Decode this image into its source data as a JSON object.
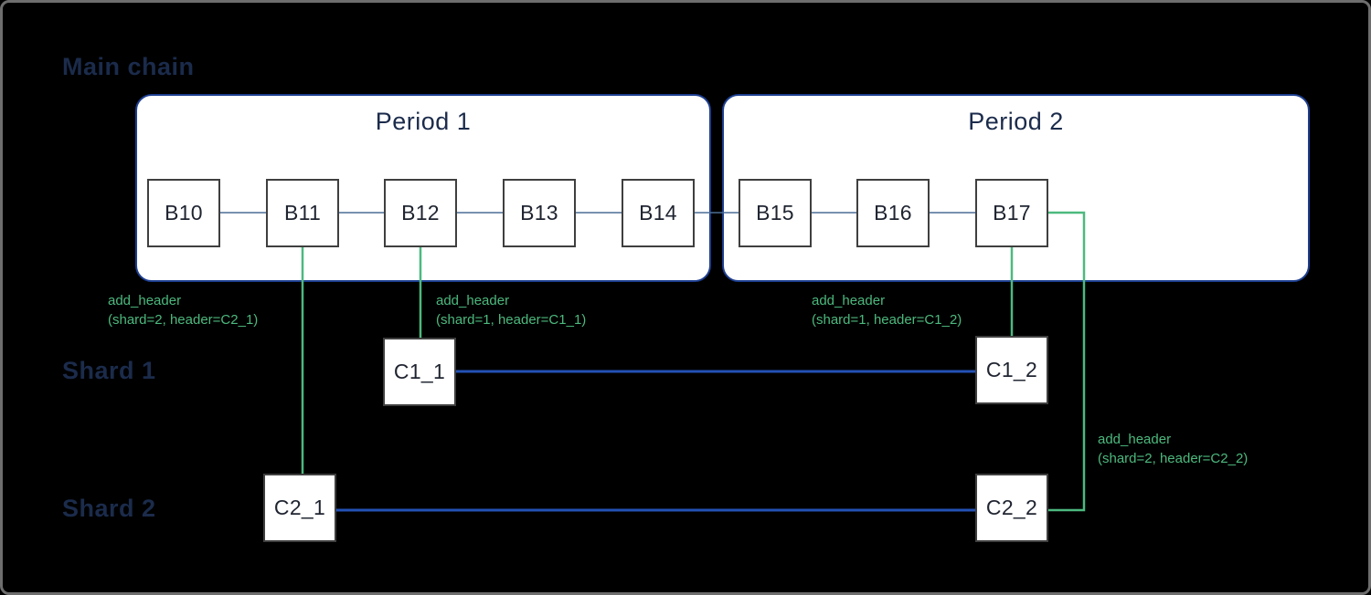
{
  "labels": {
    "main_chain": "Main chain",
    "shard1": "Shard 1",
    "shard2": "Shard 2"
  },
  "periods": [
    {
      "title": "Period 1",
      "blocks": [
        "B10",
        "B11",
        "B12",
        "B13",
        "B14"
      ]
    },
    {
      "title": "Period 2",
      "blocks": [
        "B15",
        "B16",
        "B17"
      ]
    }
  ],
  "shards": [
    {
      "label": "Shard 1",
      "blocks": [
        "C1_1",
        "C1_2"
      ]
    },
    {
      "label": "Shard 2",
      "blocks": [
        "C2_1",
        "C2_2"
      ]
    }
  ],
  "annotations": [
    {
      "line1": "add_header",
      "line2": "(shard=2, header=C2_1)"
    },
    {
      "line1": "add_header",
      "line2": "(shard=1, header=C1_1)"
    },
    {
      "line1": "add_header",
      "line2": "(shard=1, header=C1_2)"
    },
    {
      "line1": "add_header",
      "line2": "(shard=2, header=C2_2)"
    }
  ],
  "colors": {
    "background": "#000000",
    "canvas_border": "#6e6e6e",
    "container_fill": "#ffffff",
    "container_border": "#1d3e8f",
    "block_border": "#3f3f3f",
    "block_text": "#1f2430",
    "navy_text": "#1b2b4b",
    "link_blue": "#4a6d96",
    "shard_blue": "#2351b5",
    "green": "#4cb97e"
  }
}
